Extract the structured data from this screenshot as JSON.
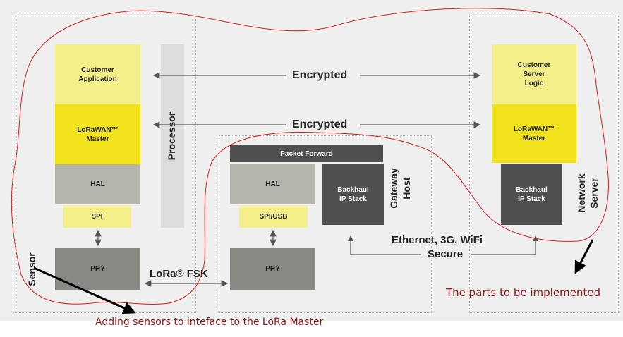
{
  "sensor_stack": {
    "customer_application": "Customer\nApplication",
    "lorawan_master": "LoRaWAN™\nMaster",
    "hal": "HAL",
    "spi": "SPI",
    "phy": "PHY",
    "processor": "Processor",
    "sensor": "Sensor"
  },
  "gateway_stack": {
    "packet_forward": "Packet Forward",
    "hal": "HAL",
    "spi_usb": "SPI/USB",
    "phy": "PHY",
    "backhaul": "Backhaul\nIP Stack",
    "gateway_host": "Gateway\nHost"
  },
  "server_stack": {
    "customer_server_logic": "Customer\nServer\nLogic",
    "lorawan_master": "LoRaWAN™\nMaster",
    "backhaul": "Backhaul\nIP Stack",
    "network_server": "Network\nServer"
  },
  "links": {
    "encrypted_top": "Encrypted",
    "encrypted_mid": "Encrypted",
    "lora_fsk": "LoRa® FSK",
    "ethernet": "Ethernet, 3G, WiFi",
    "secure": "Secure"
  },
  "annotations": {
    "parts": "The parts to be implemented",
    "sensors": "Adding sensors to inteface to the LoRa Master"
  },
  "colors": {
    "pale_yellow": "#f5ef8a",
    "yellow": "#f2e21c",
    "grey": "#b5b5ad",
    "dark": "#4f4f4f",
    "annotation_red": "#8b1a1a"
  }
}
